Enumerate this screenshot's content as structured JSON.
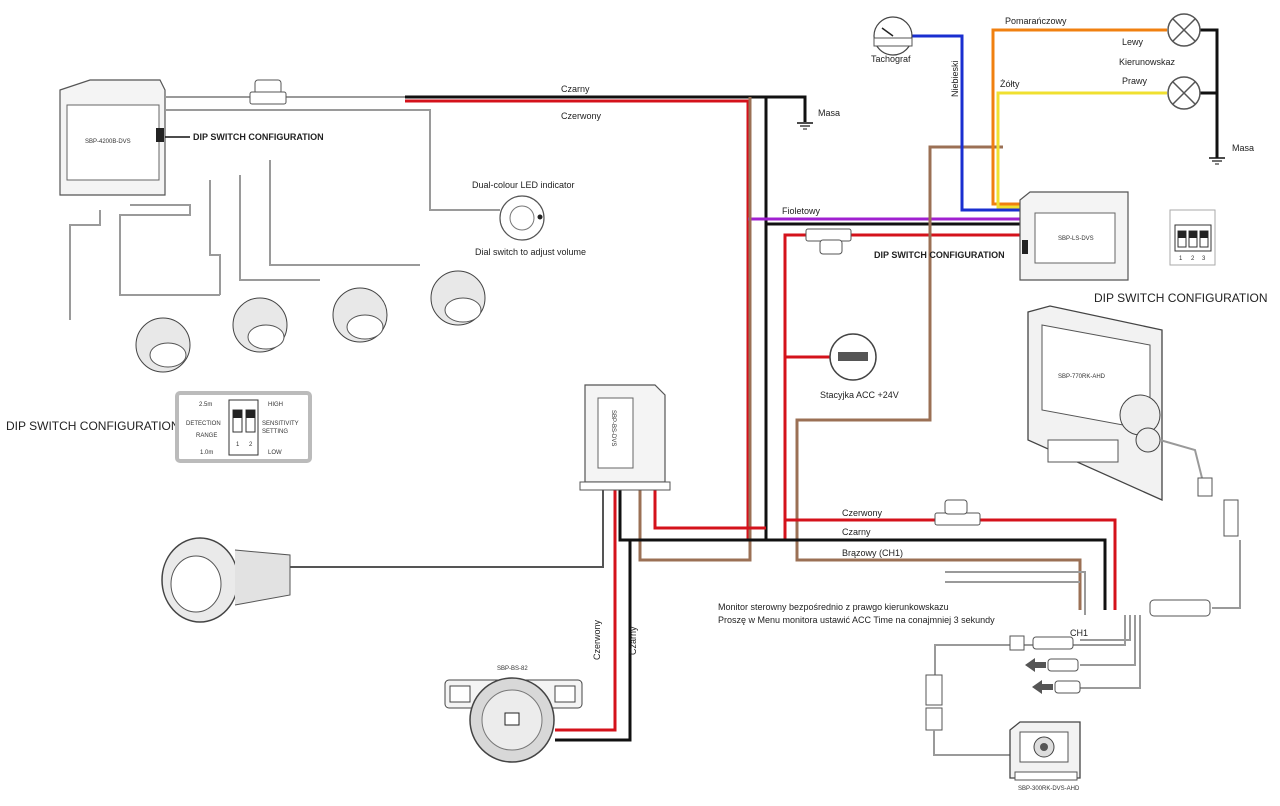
{
  "labels": {
    "czarny_top": "Czarny",
    "czerwony_top": "Czerwony",
    "masa_top": "Masa",
    "masa_right": "Masa",
    "tachograf": "Tachograf",
    "niebieski": "Niebieski",
    "pomaranczowy": "Pomarańczowy",
    "lewy": "Lewy",
    "kierunowskaz": "Kierunowskaz",
    "prawy": "Prawy",
    "zolty": "Żółty",
    "fioletowy": "Fioletowy",
    "dip_config_1": "DIP SWITCH CONFIGURATION",
    "dip_config_2": "DIP SWITCH CONFIGURATION",
    "dip_config_3": "DIP SWITCH CONFIGURATION",
    "dip_config_4": "DIP SWITCH CONFIGURATION",
    "led_indicator": "Dual-colour LED indicator",
    "dial_switch": "Dial switch to adjust volume",
    "stacyjka": "Stacyjka ACC +24V",
    "czerwony_mid": "Czerwony",
    "czarny_mid": "Czarny",
    "brazowy": "Brązowy (CH1)",
    "monitor_note_1": "Monitor sterowny bezpośrednio z  prawgo kierunkowskazu",
    "monitor_note_2": "Proszę w Menu monitora ustawić ACC Time na conajmniej 3 sekundy",
    "ch1": "CH1",
    "czerwony_vert": "Czerwony",
    "czarny_vert": "Czarny"
  },
  "devices": {
    "park_sensor_unit": "SBP-4200B-DVS",
    "ls_unit": "SBP-LS-DVS",
    "bs_unit": "SBP-BS-DVS",
    "monitor": "SBP-770RK-AHD",
    "radar": "SBP-BS-82",
    "camera": "SBP-300RK-DVS-AHD"
  },
  "dip_left": {
    "range_high": "2.5m",
    "range_low": "1.0m",
    "detection": "DETECTION",
    "range": "RANGE",
    "sens_high": "HIGH",
    "sens_low": "LOW",
    "sensitivity": "SENSITIVITY",
    "setting": "SETTING",
    "pos1": "1",
    "pos2": "2"
  },
  "dip_right": {
    "pos1": "1",
    "pos2": "2",
    "pos3": "3"
  },
  "colors": {
    "black": "#111111",
    "red": "#d4121b",
    "brown": "#9b7055",
    "blue": "#1a2fd0",
    "orange": "#f08010",
    "yellow": "#f0e030",
    "purple": "#a020d0"
  }
}
